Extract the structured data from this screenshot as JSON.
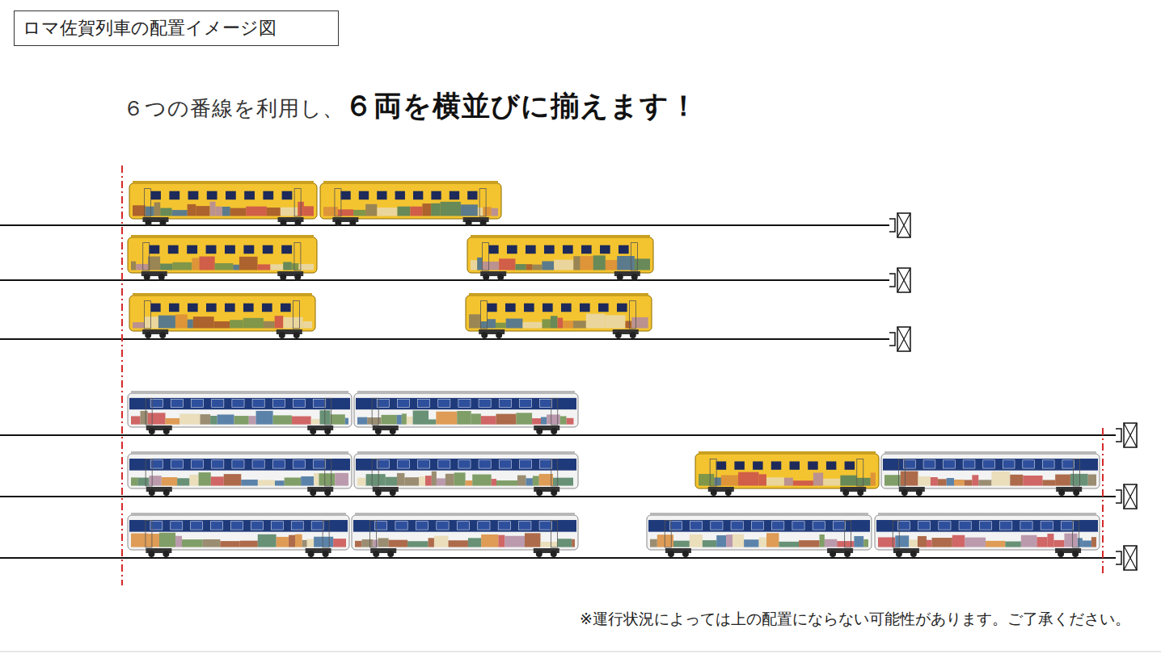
{
  "diagram": {
    "nodes": [
      {
        "text": [
          "ロマ佐賀列車の配置イメージ図"
        ]
      }
    ],
    "labels": [
      "６つの番線を利用し、",
      "６両を横並びに揃えます！",
      "※運行状況によっては上の配置にならない可能性があります。ご了承ください。"
    ]
  }
}
